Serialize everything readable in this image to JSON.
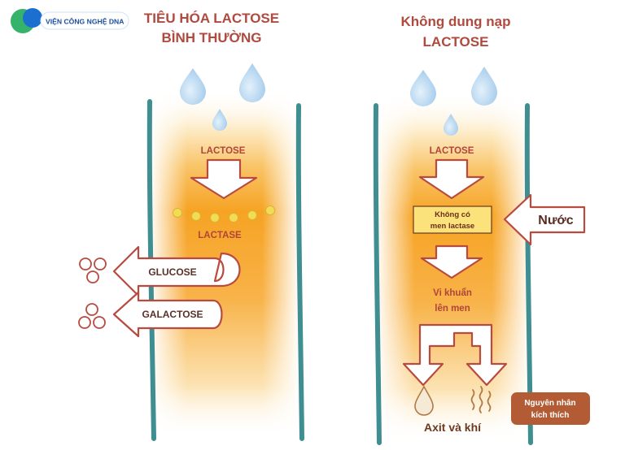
{
  "logo": {
    "text": "VIỆN CÔNG NGHỆ DNA",
    "brand_blue": "#1a6fd0",
    "brand_green": "#35b36b"
  },
  "left_panel": {
    "title_line1": "TIÊU HÓA LACTOSE",
    "title_line2": "BÌNH THƯỜNG",
    "label_lactose": "LACTOSE",
    "label_lactase": "LACTASE",
    "label_glucose": "GLUCOSE",
    "label_galactose": "GALACTOSE"
  },
  "right_panel": {
    "title_line1": "Không dung nạp",
    "title_line2": "LACTOSE",
    "label_lactose": "LACTOSE",
    "box_line1": "Không có",
    "box_line2": "men lactase",
    "label_water": "Nước",
    "bacteria_line1": "Vi khuẩn",
    "bacteria_line2": "lên men",
    "result": "Axit và khí",
    "cause_line1": "Nguyên nhân",
    "cause_line2": "kích thích"
  },
  "colors": {
    "title": "#b04a3f",
    "wall": "#3f8e92",
    "arrow_stroke": "#b84a40",
    "gradient_center": "#f6a323",
    "cause_box": "#b25b34",
    "lactase_dot": "#f2dc56",
    "water_drop": "#9ec8ea"
  }
}
